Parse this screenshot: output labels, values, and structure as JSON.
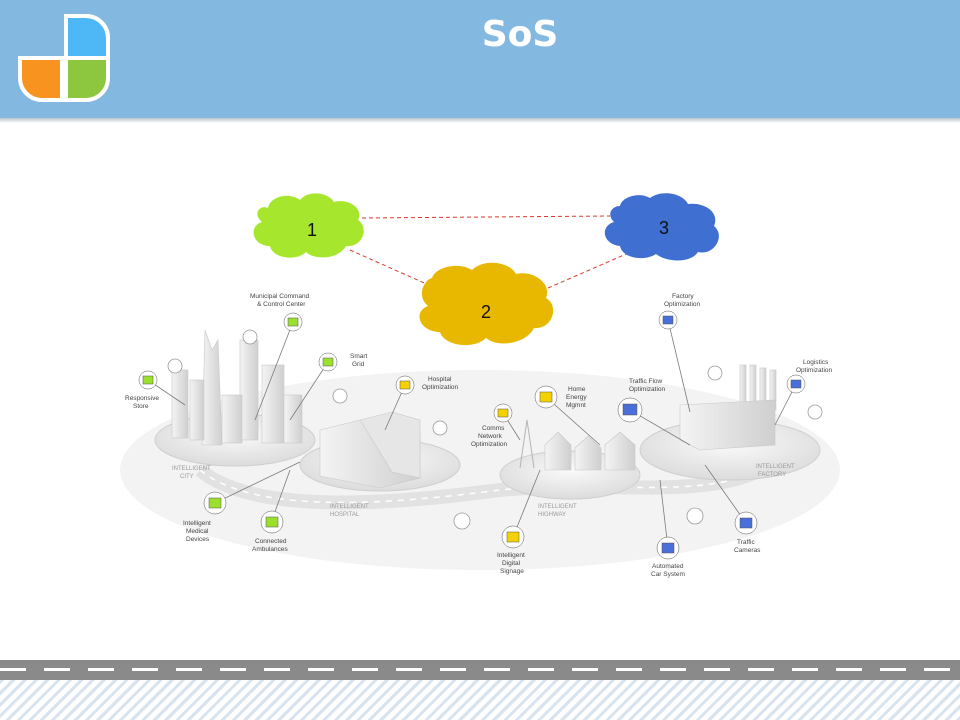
{
  "slide": {
    "title": "SoS",
    "colors": {
      "header": "#83b9e1",
      "logo": [
        "#4db8f5",
        "#f7931e",
        "#8dc63f"
      ]
    }
  },
  "networks": [
    {
      "label": "1",
      "color": "#a6e62c"
    },
    {
      "label": "2",
      "color": "#e8b800"
    },
    {
      "label": "3",
      "color": "#3e6fd1"
    }
  ],
  "zones": {
    "city": [
      "INTELLIGENT",
      "CITY"
    ],
    "hospital": [
      "INTELLIGENT",
      "HOSPITAL"
    ],
    "highway": [
      "INTELLIGENT",
      "HIGHWAY"
    ],
    "factory": [
      "INTELLIGENT",
      "FACTORY"
    ]
  },
  "labels": {
    "municipal": [
      "Municipal Command",
      "& Control Center"
    ],
    "smart_grid": [
      "Smart",
      "Grid"
    ],
    "responsive_store": [
      "Responsive",
      "Store"
    ],
    "hospital_opt": [
      "Hospital",
      "Optimization"
    ],
    "medical": [
      "Intelligent",
      "Medical",
      "Devices"
    ],
    "ambulances": [
      "Connected",
      "Ambulances"
    ],
    "comms": [
      "Comms",
      "Network",
      "Optimization"
    ],
    "home_energy": [
      "Home",
      "Energy",
      "Mgmnt"
    ],
    "signage": [
      "Intelligent",
      "Digital",
      "Signage"
    ],
    "factory_opt": [
      "Factory",
      "Optimization"
    ],
    "traffic_flow": [
      "Traffic Flow",
      "Optimization"
    ],
    "logistics": [
      "Logistics",
      "Optimization"
    ],
    "traffic_cameras": [
      "Traffic",
      "Cameras"
    ],
    "auto_car": [
      "Automated",
      "Car System"
    ]
  }
}
